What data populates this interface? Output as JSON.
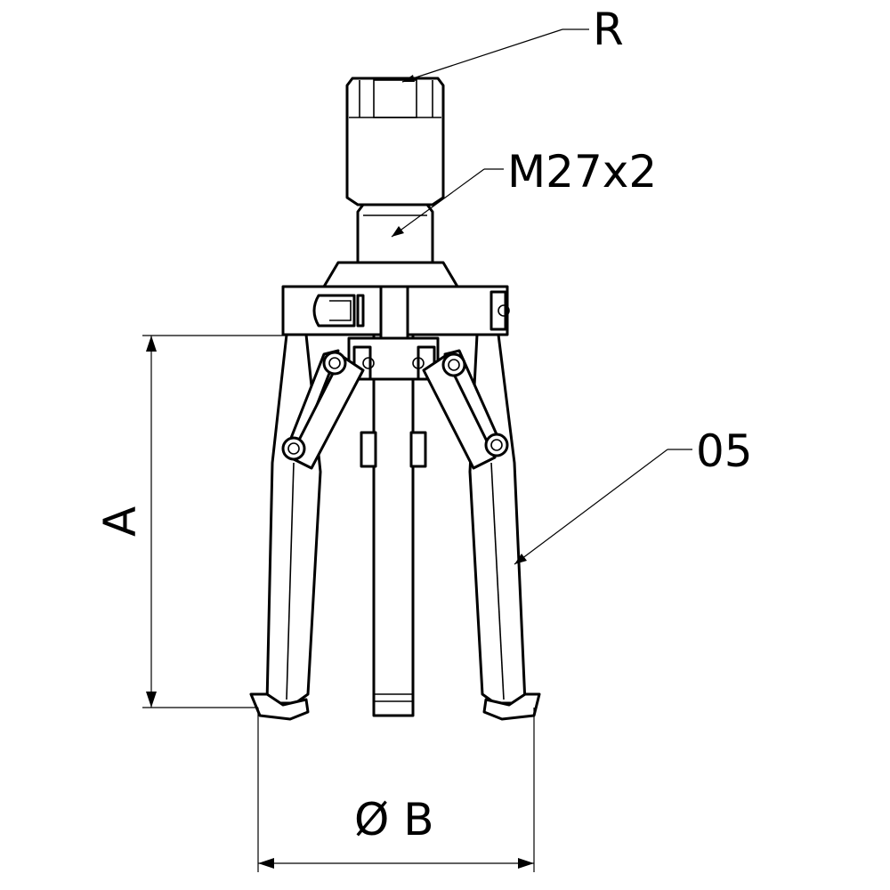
{
  "labels": {
    "top_callout": "R",
    "thread_callout": "M27x2",
    "arm_callout": "05",
    "height_dim": "A",
    "diameter_dim": "Ø B"
  },
  "colors": {
    "line": "#000000",
    "background": "#ffffff"
  }
}
